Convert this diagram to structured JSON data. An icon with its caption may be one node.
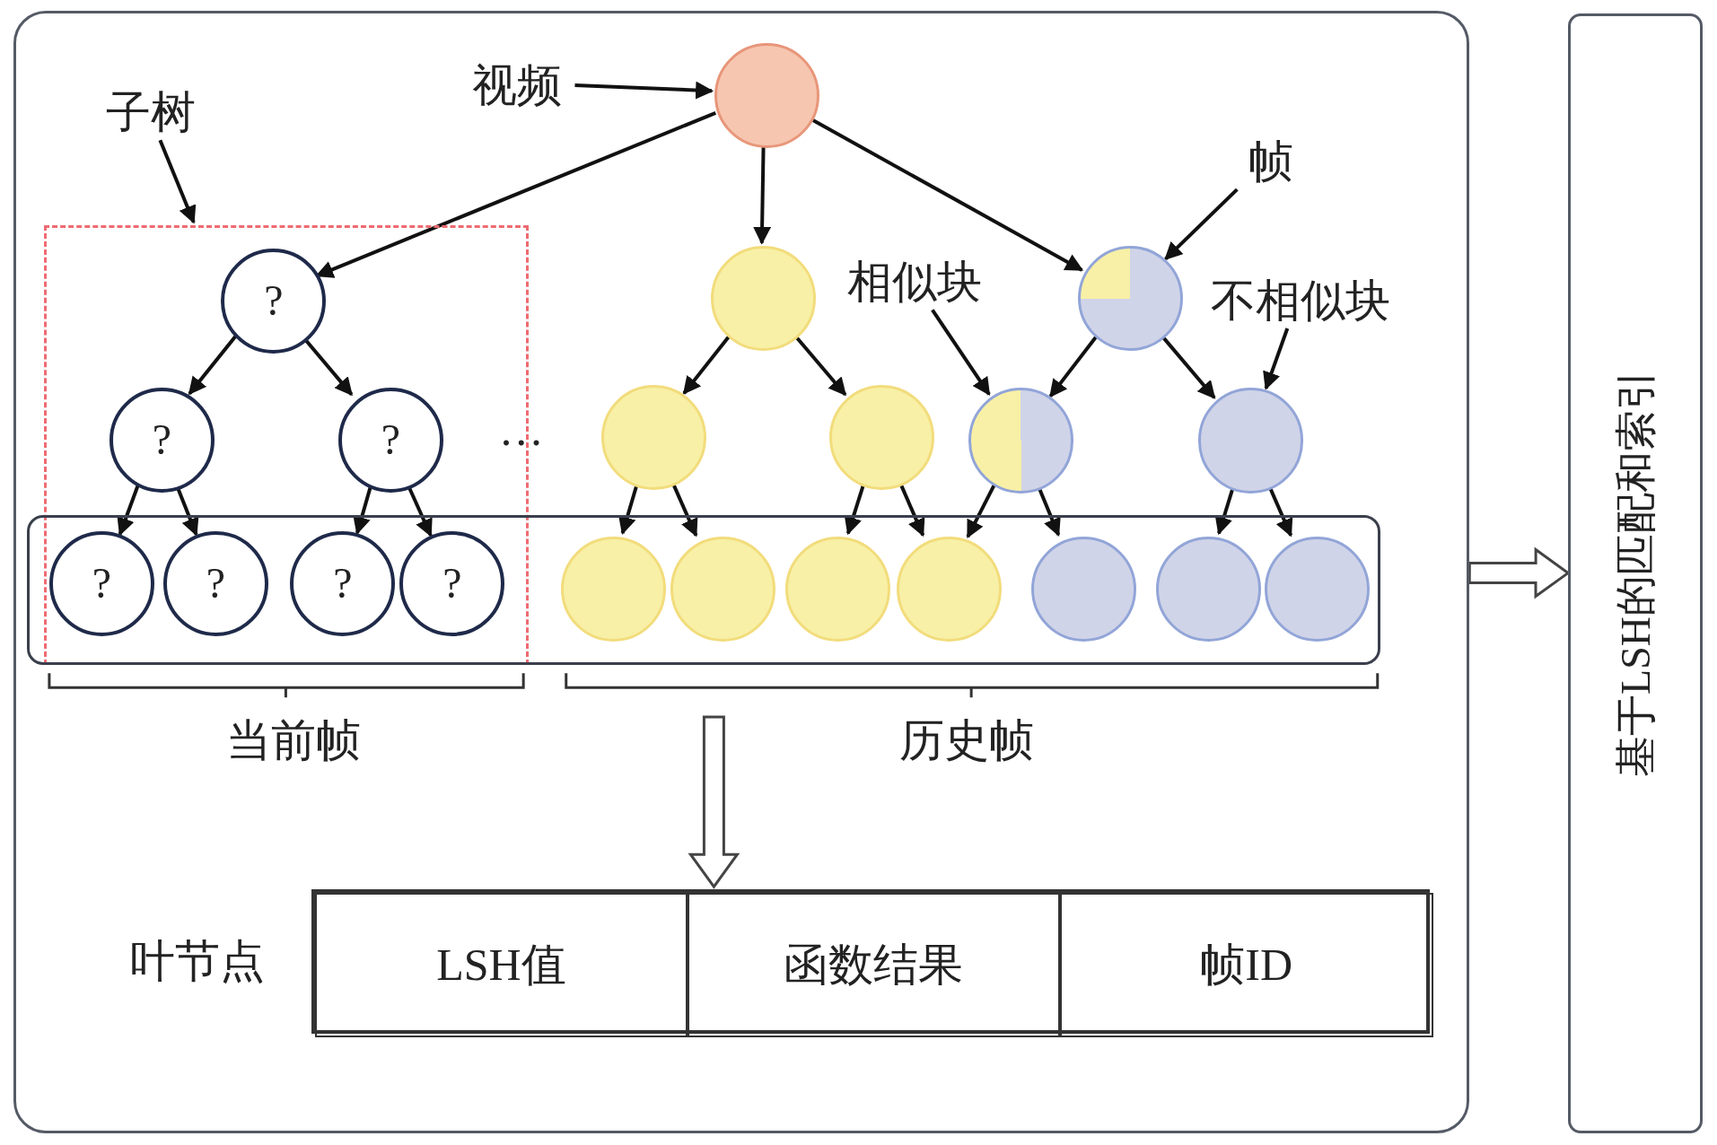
{
  "diagram": {
    "nodes": [
      {
        "text": [],
        "shape": "box"
      },
      {
        "text": [
          "基于LSH的匹配和索引"
        ]
      },
      {
        "text": [],
        "shape": "circle",
        "in": 0
      },
      {
        "text": [],
        "shape": "box",
        "in": 0
      },
      {
        "text": [
          "?"
        ],
        "in": 3
      },
      {
        "text": [],
        "shape": "circle",
        "in": 0
      },
      {
        "text": [],
        "shape": "circle",
        "in": 0
      },
      {
        "text": [
          "?"
        ],
        "in": 3
      },
      {
        "text": [
          "?"
        ],
        "in": 3
      },
      {
        "text": [],
        "shape": "circle",
        "in": 0
      },
      {
        "text": [],
        "shape": "circle",
        "in": 0
      },
      {
        "text": [],
        "shape": "circle",
        "in": 0
      },
      {
        "text": [],
        "shape": "circle",
        "in": 0
      },
      {
        "text": [],
        "shape": "box",
        "in": 0
      },
      {
        "text": [
          "?"
        ]
      },
      {
        "text": [
          "?"
        ]
      },
      {
        "text": [
          "?"
        ]
      },
      {
        "text": [
          "?"
        ]
      },
      {
        "text": [],
        "shape": "circle",
        "in": 13
      },
      {
        "text": [],
        "shape": "circle",
        "in": 13
      },
      {
        "text": [],
        "shape": "circle",
        "in": 13
      },
      {
        "text": [],
        "shape": "circle",
        "in": 13
      },
      {
        "text": [],
        "shape": "circle",
        "in": 13
      },
      {
        "text": [],
        "shape": "circle",
        "in": 13
      },
      {
        "text": [],
        "shape": "circle",
        "in": 13
      },
      {
        "text": [
          "视频"
        ],
        "in": 0
      },
      {
        "text": [
          "子树"
        ],
        "in": 0
      },
      {
        "text": [
          "帧"
        ],
        "in": 0
      },
      {
        "text": [
          "相似块"
        ],
        "in": 0
      },
      {
        "text": [
          "不相似块"
        ],
        "in": 0
      },
      {
        "text": [],
        "shape": "box",
        "in": 0
      },
      {
        "text": [
          "LSH值"
        ],
        "in": 30
      },
      {
        "text": [
          "函数结果"
        ],
        "in": 30
      },
      {
        "text": [
          "帧ID"
        ],
        "in": 30
      }
    ],
    "edges": [
      {
        "from": 2,
        "to": 4,
        "arrow": "to"
      },
      {
        "from": 2,
        "to": 5,
        "arrow": "to"
      },
      {
        "from": 2,
        "to": 6,
        "arrow": "to"
      },
      {
        "from": 4,
        "to": 7,
        "arrow": "to"
      },
      {
        "from": 4,
        "to": 8,
        "arrow": "to"
      },
      {
        "from": 5,
        "to": 9,
        "arrow": "to"
      },
      {
        "from": 5,
        "to": 10,
        "arrow": "to"
      },
      {
        "from": 6,
        "to": 11,
        "arrow": "to"
      },
      {
        "from": 6,
        "to": 12,
        "arrow": "to"
      },
      {
        "from": 7,
        "to": 14,
        "arrow": "to"
      },
      {
        "from": 7,
        "to": 15,
        "arrow": "to"
      },
      {
        "from": 8,
        "to": 16,
        "arrow": "to"
      },
      {
        "from": 8,
        "to": 17,
        "arrow": "to"
      },
      {
        "from": 9,
        "to": 18,
        "arrow": "to"
      },
      {
        "from": 9,
        "to": 19,
        "arrow": "to"
      },
      {
        "from": 10,
        "to": 20,
        "arrow": "to"
      },
      {
        "from": 10,
        "to": 21,
        "arrow": "to"
      },
      {
        "from": 11,
        "to": 21,
        "arrow": "to"
      },
      {
        "from": 11,
        "to": 22,
        "arrow": "to"
      },
      {
        "from": 12,
        "to": 23,
        "arrow": "to"
      },
      {
        "from": 12,
        "to": 24,
        "arrow": "to"
      },
      {
        "from": 25,
        "to": 2,
        "arrow": "to"
      },
      {
        "from": 26,
        "to": 3,
        "arrow": "to"
      },
      {
        "from": 27,
        "to": 6,
        "arrow": "to"
      },
      {
        "from": 28,
        "to": 11,
        "arrow": "to"
      },
      {
        "from": 29,
        "to": 12,
        "arrow": "to"
      },
      {
        "from": null,
        "to": 30,
        "arrow": "to",
        "style": "thick"
      },
      {
        "from": 0,
        "to": 1,
        "arrow": "to",
        "style": "thick"
      }
    ],
    "labels": [
      "…",
      "当前帧",
      "历史帧",
      "叶节点"
    ]
  }
}
